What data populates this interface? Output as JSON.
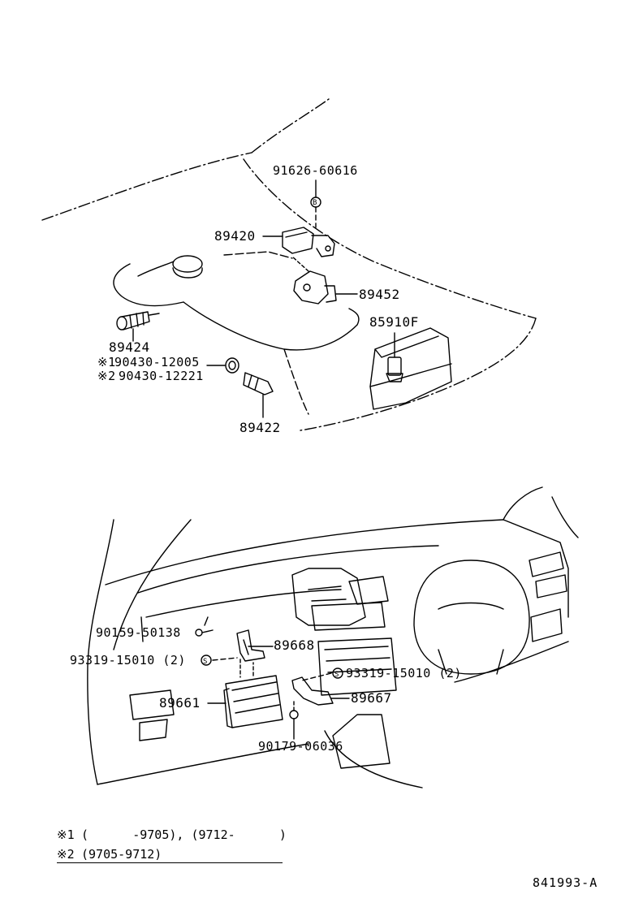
{
  "colors": {
    "ink": "#000000",
    "paper": "#ffffff"
  },
  "engine_section": {
    "part_91626": "91626-60616",
    "marker_b": "B",
    "part_89420": "89420",
    "part_89452": "89452",
    "part_85910f": "85910F",
    "part_89424": "89424",
    "note1_mark": "※1",
    "part_90430_12005": "90430-12005",
    "note2_mark": "※2",
    "part_90430_12221": "90430-12221",
    "part_89422": "89422"
  },
  "dash_section": {
    "part_90159": "90159-50138",
    "part_89668": "89668",
    "part_93319_left": "93319-15010 (2)",
    "marker_s_left": "S",
    "marker_s_right": "S",
    "part_93319_right": "93319-15010 (2)",
    "part_89661": "89661",
    "part_89667": "89667",
    "part_90179": "90179-06036"
  },
  "footnotes": {
    "note1_mark": "※1",
    "note1_text": "(      -9705), (9712-      )",
    "note2_mark": "※2",
    "note2_text": "(9705-9712)"
  },
  "reference_code": "841993-A"
}
